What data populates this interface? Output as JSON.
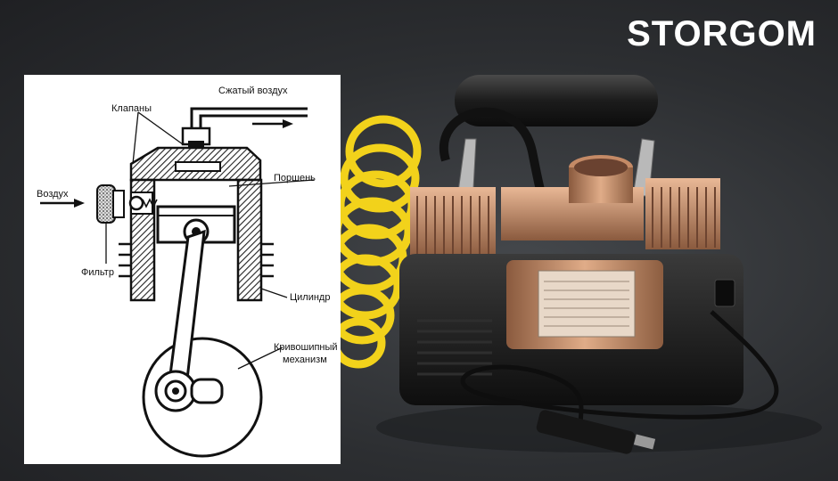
{
  "brand": {
    "name": "STORGOM"
  },
  "diagram": {
    "labels": {
      "compressed_air": "Сжатый воздух",
      "valves": "Клапаны",
      "air": "Воздух",
      "piston": "Поршень",
      "filter": "Фильтр",
      "cylinder": "Цилиндр",
      "crank_line1": "Кривошипный",
      "crank_line2": "механизм"
    }
  },
  "colors": {
    "background": "#2f3134",
    "hose": "#f2d21b",
    "copper": "#c98e6a",
    "body": "#1e1e1e"
  }
}
